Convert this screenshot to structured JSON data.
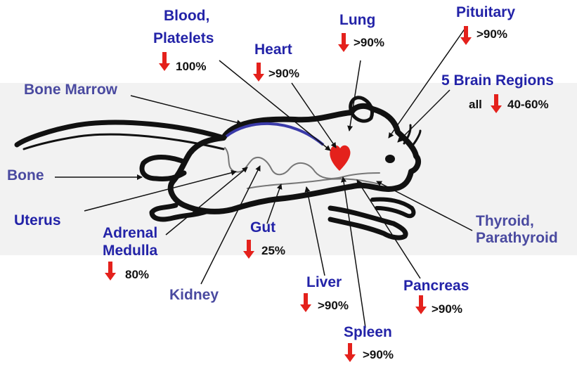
{
  "colors": {
    "label_dark": "#2323a8",
    "label_light": "#4a4aa0",
    "decrease_arrow": "#e4211c",
    "heart": "#e4211c",
    "outline": "#111111",
    "spine_curve": "#3a3aa8",
    "background_band": "#f2f2f2"
  },
  "icons": {
    "decrease": "red-down-arrow-icon",
    "heart": "heart-icon"
  },
  "labels": {
    "blood_line1": "Blood,",
    "blood_line2": "Platelets",
    "blood_value": "100%",
    "heart": "Heart",
    "heart_value": ">90%",
    "lung": "Lung",
    "lung_value": ">90%",
    "pituitary": "Pituitary",
    "pituitary_value": ">90%",
    "brain": "5 Brain Regions",
    "brain_prefix": "all",
    "brain_value": "40-60%",
    "bone_marrow": "Bone Marrow",
    "bone": "Bone",
    "uterus": "Uterus",
    "adrenal_line1": "Adrenal",
    "adrenal_line2": "Medulla",
    "adrenal_value": "80%",
    "gut": "Gut",
    "gut_value": "25%",
    "kidney": "Kidney",
    "liver": "Liver",
    "liver_value": ">90%",
    "spleen": "Spleen",
    "spleen_value": ">90%",
    "pancreas": "Pancreas",
    "pancreas_value": ">90%",
    "thyroid_line1": "Thyroid,",
    "thyroid_line2": "Parathyroid"
  }
}
